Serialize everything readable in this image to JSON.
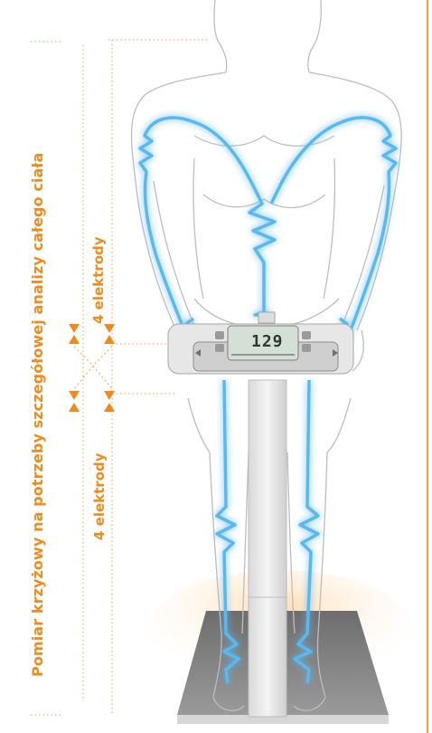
{
  "labels": {
    "main": "Pomiar krzyżowy na potrzeby szczegółowej analizy całego ciała",
    "electrodes_upper": "4 elektrody",
    "electrodes_lower": "4 elektrody"
  },
  "display": {
    "reading": "129"
  },
  "colors": {
    "accent": "#f08a1c",
    "current": "#5ab8f0",
    "glow": "#8fd2ff",
    "outline": "#bdbdbd"
  },
  "icons": [
    "arrow-up-icon",
    "arrow-down-icon",
    "arrow-left-icon",
    "arrow-right-icon"
  ]
}
